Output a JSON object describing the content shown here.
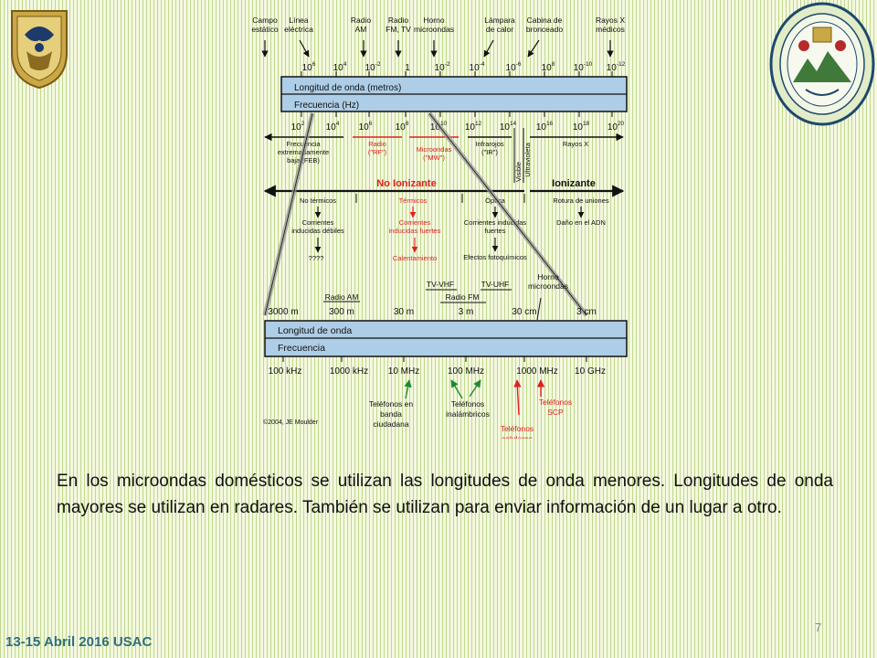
{
  "top_sources": [
    "Campo estático",
    "Línea eléctrica",
    "Radio AM",
    "Radio FM, TV",
    "Horno microondas",
    "Lámpara de calor",
    "Cabina de bronceado",
    "Rayos X médicos"
  ],
  "top_sources_lines": [
    [
      "Campo",
      "estático"
    ],
    [
      "Línea",
      "eléctrica"
    ],
    [
      "Radio",
      "AM"
    ],
    [
      "Radio",
      "FM, TV"
    ],
    [
      "Horno",
      "microondas"
    ],
    [
      "Lámpara",
      "de calor"
    ],
    [
      "Cabina de",
      "bronceado"
    ],
    [
      "Rayos X",
      "médicos"
    ]
  ],
  "wavelength_ticks": [
    {
      "base": "10",
      "exp": "6"
    },
    {
      "base": "10",
      "exp": "4"
    },
    {
      "base": "10",
      "exp": "-2"
    },
    {
      "base": "1",
      "exp": ""
    },
    {
      "base": "10",
      "exp": "-2"
    },
    {
      "base": "10",
      "exp": "-4"
    },
    {
      "base": "10",
      "exp": "-6"
    },
    {
      "base": "10",
      "exp": "8"
    },
    {
      "base": "10",
      "exp": "-10"
    },
    {
      "base": "10",
      "exp": "-12"
    }
  ],
  "band1_label_wavelength": "Longitud de onda (metros)",
  "band1_label_frequency": "Frecuencia (Hz)",
  "frequency_ticks": [
    {
      "base": "10",
      "exp": "2"
    },
    {
      "base": "10",
      "exp": "4"
    },
    {
      "base": "10",
      "exp": "6"
    },
    {
      "base": "10",
      "exp": "8"
    },
    {
      "base": "10",
      "exp": "10"
    },
    {
      "base": "10",
      "exp": "12"
    },
    {
      "base": "10",
      "exp": "14"
    },
    {
      "base": "10",
      "exp": "16"
    },
    {
      "base": "10",
      "exp": "18"
    },
    {
      "base": "10",
      "exp": "20"
    }
  ],
  "bands": {
    "feb": [
      "Frecuencia",
      "extremadamente",
      "baja (FEB)"
    ],
    "rf": [
      "Radio",
      "(\"RF\")"
    ],
    "mw": [
      "Microondas",
      "(\"MW\")"
    ],
    "ir": [
      "Infrarojos",
      "(\"IR\")"
    ],
    "visible": "Visible",
    "ultraviolet": "Ultravioleta",
    "xray": "Rayos X"
  },
  "ionization": {
    "non_ionizing": "No Ionizante",
    "ionizing": "Ionizante"
  },
  "effects": {
    "no_termicos": "No térmicos",
    "termicos": "Térmicos",
    "optica": "Óptica",
    "rotura": "Rotura de uniones",
    "corrientes_debiles": [
      "Corrientes",
      "inducidas débiles"
    ],
    "corrientes_fuertes_red": [
      "Corrientes",
      "inducidas fuertes"
    ],
    "corrientes_fuertes": [
      "Corrientes inducidas",
      "fuertes"
    ],
    "dano_adn": "Daño en el ADN",
    "unknown": "????",
    "calentamiento": "Calentamiento",
    "fotoquimicos": "Efectos fotoquímicos"
  },
  "lower_labels": {
    "radio_am": "Radio AM",
    "tv_vhf": "TV-VHF",
    "tv_uhf": "TV-UHF",
    "radio_fm": "Radio FM",
    "horno": [
      "Horno",
      "microondas"
    ]
  },
  "lower_wavelengths": [
    "3000 m",
    "300 m",
    "30 m",
    "3 m",
    "30 cm",
    "3 cm"
  ],
  "band2_label_wavelength": "Longitud de onda",
  "band2_label_frequency": "Frecuencia",
  "lower_frequencies": [
    "100 kHz",
    "1000 kHz",
    "10 MHz",
    "100 MHz",
    "1000 MHz",
    "10 GHz"
  ],
  "devices": {
    "banda_ciudadana": [
      "Teléfonos en",
      "banda",
      "ciudadana"
    ],
    "inalambricos": [
      "Teléfonos",
      "inalámbricos"
    ],
    "celulares": [
      "Teléfonos",
      "celulares"
    ],
    "scp": [
      "Teléfonos",
      "SCP"
    ]
  },
  "copyright": "©2004, JE Moulder",
  "body_text": "En los microondas domésticos se utilizan las longitudes de onda menores. Longitudes de onda mayores se utilizan en radares. También se utilizan para enviar información de un lugar a otro.",
  "slide_number": "7",
  "footer": "13-15 Abril 2016 USAC",
  "colors": {
    "accent_red": "#e02020",
    "accent_green": "#1e8a2e",
    "band_fill": "#aecde6",
    "footer": "#2e6f7c"
  }
}
